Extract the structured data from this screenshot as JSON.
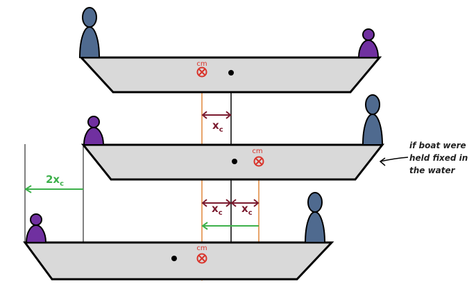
{
  "labels": {
    "cm": "cm",
    "x": "x",
    "sub": "c",
    "two_x": "2x"
  },
  "note": {
    "line1": "if boat were",
    "line2": "held fixed in",
    "line3": "the water"
  },
  "colors": {
    "boat": "#d9d9d9",
    "blue_person": "#4f6a8f",
    "purple_person": "#7030a0",
    "cm": "#d9342b",
    "orange": "#e8a56b",
    "maroon": "#7a1a2e",
    "green": "#3cb04a"
  }
}
